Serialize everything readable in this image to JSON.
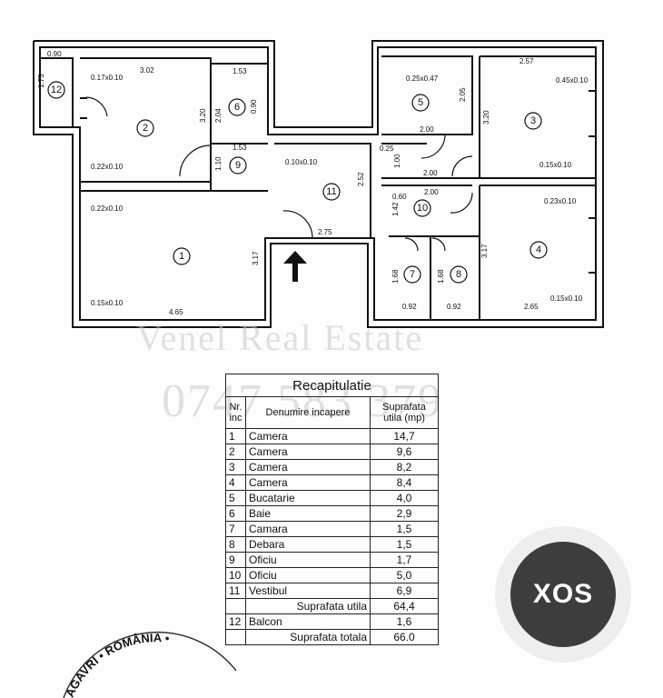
{
  "watermark": {
    "line1": "Venel Real Estate",
    "line2": "0747 583 379"
  },
  "plan": {
    "rooms": [
      {
        "n": "1"
      },
      {
        "n": "2"
      },
      {
        "n": "3"
      },
      {
        "n": "4"
      },
      {
        "n": "5"
      },
      {
        "n": "6"
      },
      {
        "n": "7"
      },
      {
        "n": "8"
      },
      {
        "n": "9"
      },
      {
        "n": "10"
      },
      {
        "n": "11"
      },
      {
        "n": "12"
      }
    ],
    "dimensions": [
      "0.90",
      "1.75",
      "3.02",
      "0.17x0.10",
      "1.53",
      "3.20",
      "2.04",
      "0.90",
      "1.53",
      "1.10",
      "0.22x0.10",
      "0.10x0.10",
      "0.25",
      "2.52",
      "0.22x0.10",
      "2.75",
      "3.17",
      "0.15x0.10",
      "4.65",
      "0.25x0.47",
      "2.05",
      "2.57",
      "0.45x0.10",
      "3.20",
      "2.00",
      "1.00",
      "2.00",
      "0.15x0.10",
      "0.60",
      "2.00",
      "0.23x0.10",
      "1.42",
      "3.17",
      "1.68",
      "1.68",
      "0.92",
      "0.92",
      "2.65",
      "0.15x0.10"
    ]
  },
  "table": {
    "title": "Recapitulatie",
    "headers": {
      "nr": "Nr. inc",
      "name": "Denumire incapere",
      "area": "Suprafata utila (mp)"
    },
    "rows": [
      {
        "nr": "1",
        "name": "Camera",
        "area": "14,7"
      },
      {
        "nr": "2",
        "name": "Camera",
        "area": "9,6"
      },
      {
        "nr": "3",
        "name": "Camera",
        "area": "8,2"
      },
      {
        "nr": "4",
        "name": "Camera",
        "area": "8,4"
      },
      {
        "nr": "5",
        "name": "Bucatarie",
        "area": "4,0"
      },
      {
        "nr": "6",
        "name": "Baie",
        "area": "2,9"
      },
      {
        "nr": "7",
        "name": "Camara",
        "area": "1,5"
      },
      {
        "nr": "8",
        "name": "Debara",
        "area": "1,5"
      },
      {
        "nr": "9",
        "name": "Oficiu",
        "area": "1,7"
      },
      {
        "nr": "10",
        "name": "Oficiu",
        "area": "5,0"
      },
      {
        "nr": "11",
        "name": "Vestibul",
        "area": "6,9"
      }
    ],
    "subtotal": {
      "label": "Suprafata utila",
      "value": "64,4"
    },
    "balcony": {
      "nr": "12",
      "name": "Balcon",
      "area": "1,6"
    },
    "total": {
      "label": "Suprafata totala",
      "value": "66.0"
    }
  },
  "logo": {
    "text": "XOS"
  },
  "stamp": {
    "text": "AGAVRI • ROMÂNIA •"
  },
  "colors": {
    "ink": "#111111",
    "logo_dark": "#3d3d3d",
    "watermark": "#c8c8c8"
  }
}
